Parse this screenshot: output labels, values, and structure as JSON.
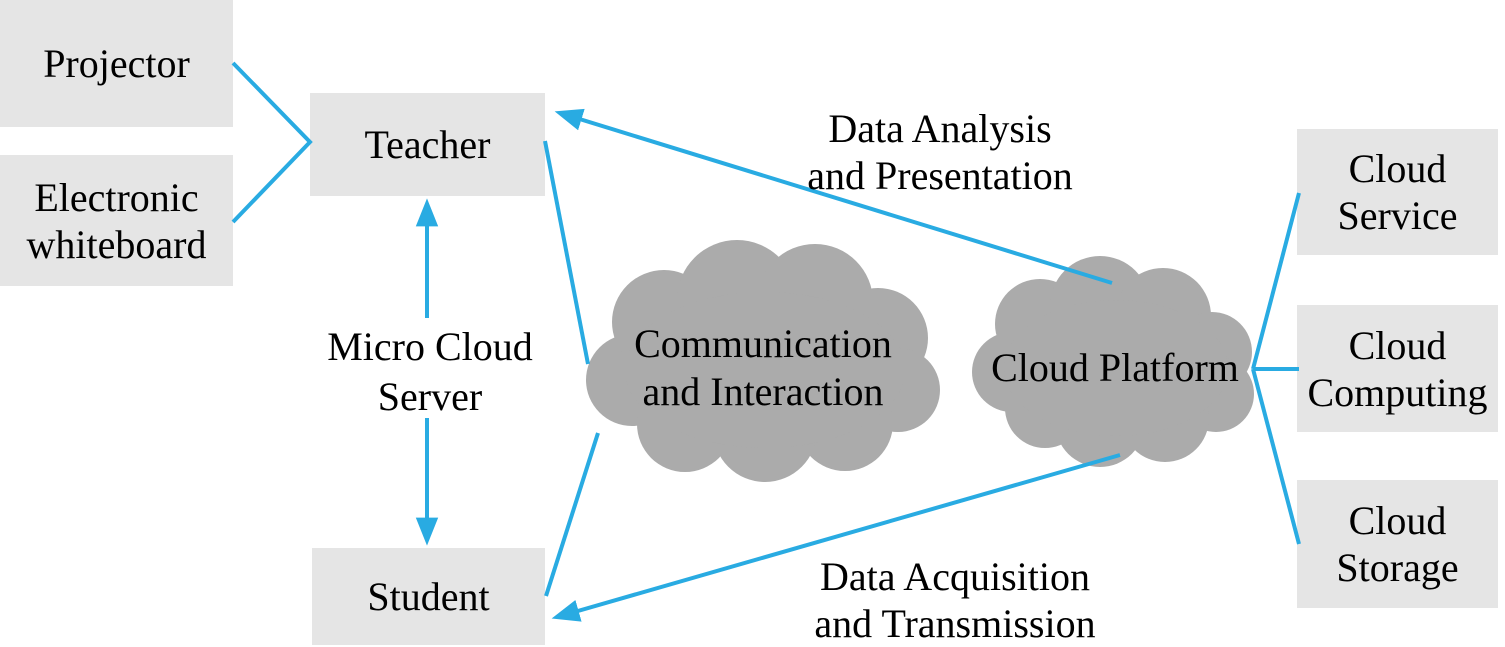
{
  "colors": {
    "accent": "#29abe2",
    "box_fill": "#e5e5e5",
    "cloud_fill": "#ababab",
    "text": "#000000"
  },
  "nodes": {
    "projector": {
      "label": "Projector"
    },
    "electronic_whiteboard": {
      "line1": "Electronic",
      "line2": "whiteboard"
    },
    "teacher": {
      "label": "Teacher"
    },
    "student": {
      "label": "Student"
    },
    "communication_cloud": {
      "line1": "Communication",
      "line2": "and Interaction"
    },
    "cloud_platform": {
      "label": "Cloud Platform"
    },
    "cloud_service": {
      "line1": "Cloud",
      "line2": "Service"
    },
    "cloud_computing": {
      "line1": "Cloud",
      "line2": "Computing"
    },
    "cloud_storage": {
      "line1": "Cloud",
      "line2": "Storage"
    }
  },
  "edge_labels": {
    "micro_cloud_server": {
      "line1": "Micro Cloud",
      "line2": "Server"
    },
    "data_analysis": {
      "line1": "Data Analysis",
      "line2": "and Presentation"
    },
    "data_acquisition": {
      "line1": "Data Acquisition",
      "line2": "and Transmission"
    }
  }
}
